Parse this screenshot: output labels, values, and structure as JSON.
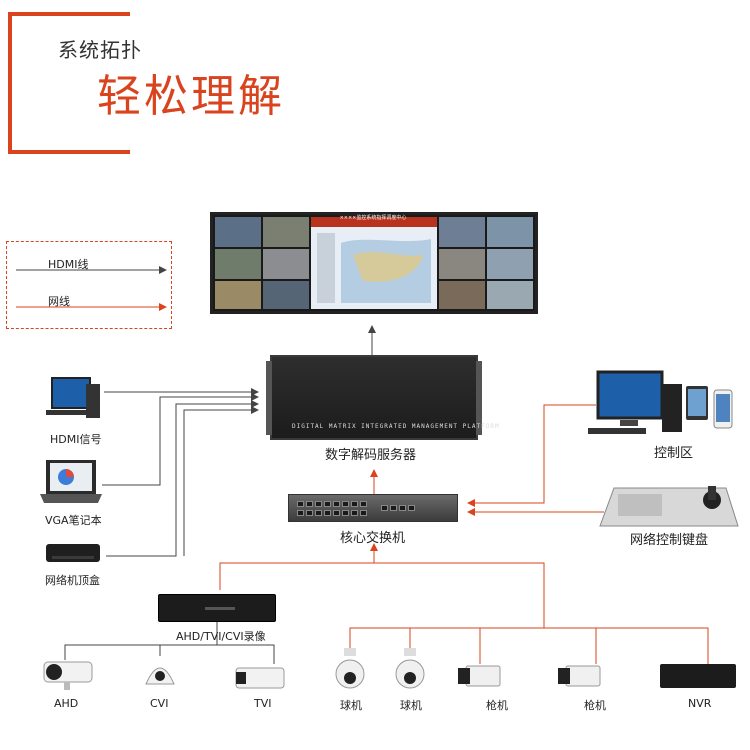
{
  "header": {
    "subtitle": "系统拓扑",
    "title": "轻松理解"
  },
  "legend": {
    "hdmi": "HDMI线",
    "network": "网线"
  },
  "wall": {
    "banner": "××××监控系统指挥调度中心"
  },
  "server": {
    "panel_text": "DIGITAL MATRIX INTEGRATED MANAGEMENT PLATFORM",
    "label": "数字解码服务器"
  },
  "switch": {
    "label": "核心交换机"
  },
  "left_devices": {
    "hdmi_signal": "HDMI信号",
    "vga_laptop": "VGA笔记本",
    "stb": "网络机顶盒"
  },
  "right_devices": {
    "control_area": "控制区",
    "keyboard": "网络控制键盘"
  },
  "recorder": {
    "label": "AHD/TVI/CVI录像"
  },
  "cameras": [
    "AHD",
    "CVI",
    "TVI",
    "球机",
    "球机",
    "枪机",
    "枪机",
    "NVR"
  ],
  "colors": {
    "accent": "#d9431e",
    "line": "#444444",
    "network_line": "#d9431e"
  }
}
